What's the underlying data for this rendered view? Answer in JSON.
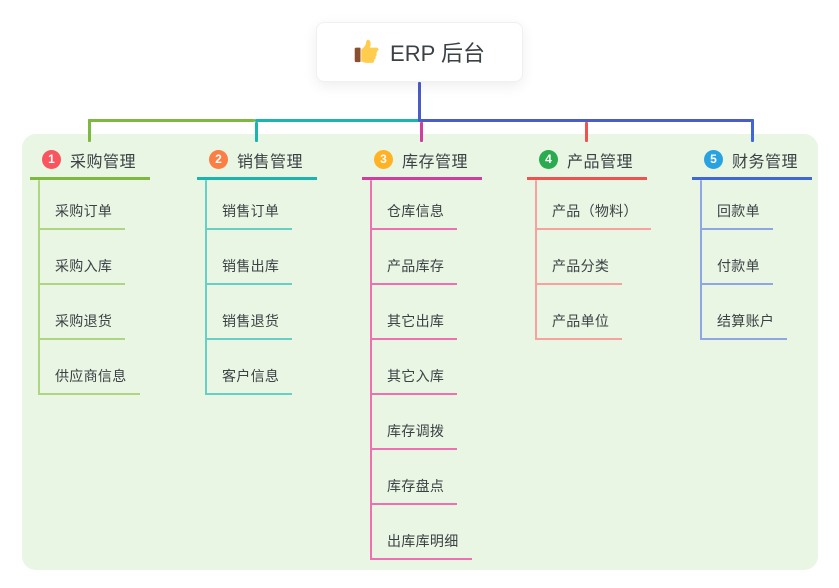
{
  "app": {
    "title": "ERP 后台",
    "title_icon": "thumbs-up-icon"
  },
  "colors": {
    "panel_bg": "#e9f6e3",
    "root_line": "#4a5cc6",
    "text_dark": "#3c4146"
  },
  "branches": [
    {
      "badge": "1",
      "label": "采购管理",
      "badge_color": "#f8555f",
      "line_color": "#7cb93e",
      "child_line_color": "#aed581",
      "children": [
        "采购订单",
        "采购入库",
        "采购退货",
        "供应商信息"
      ]
    },
    {
      "badge": "2",
      "label": "销售管理",
      "badge_color": "#fb7e44",
      "line_color": "#1ab5ac",
      "child_line_color": "#66cfc6",
      "children": [
        "销售订单",
        "销售出库",
        "销售退货",
        "客户信息"
      ]
    },
    {
      "badge": "3",
      "label": "库存管理",
      "badge_color": "#ffb224",
      "line_color": "#cf3d9e",
      "child_line_color": "#ef6fb3",
      "children": [
        "仓库信息",
        "产品库存",
        "其它出库",
        "其它入库",
        "库存调拨",
        "库存盘点",
        "出库库明细"
      ]
    },
    {
      "badge": "4",
      "label": "产品管理",
      "badge_color": "#2bab4f",
      "line_color": "#ef5350",
      "child_line_color": "#f8a2a0",
      "children": [
        "产品（物料）",
        "产品分类",
        "产品单位"
      ]
    },
    {
      "badge": "5",
      "label": "财务管理",
      "badge_color": "#28a3e0",
      "line_color": "#3f68d6",
      "child_line_color": "#8ea6e6",
      "children": [
        "回款单",
        "付款单",
        "结算账户"
      ]
    }
  ]
}
